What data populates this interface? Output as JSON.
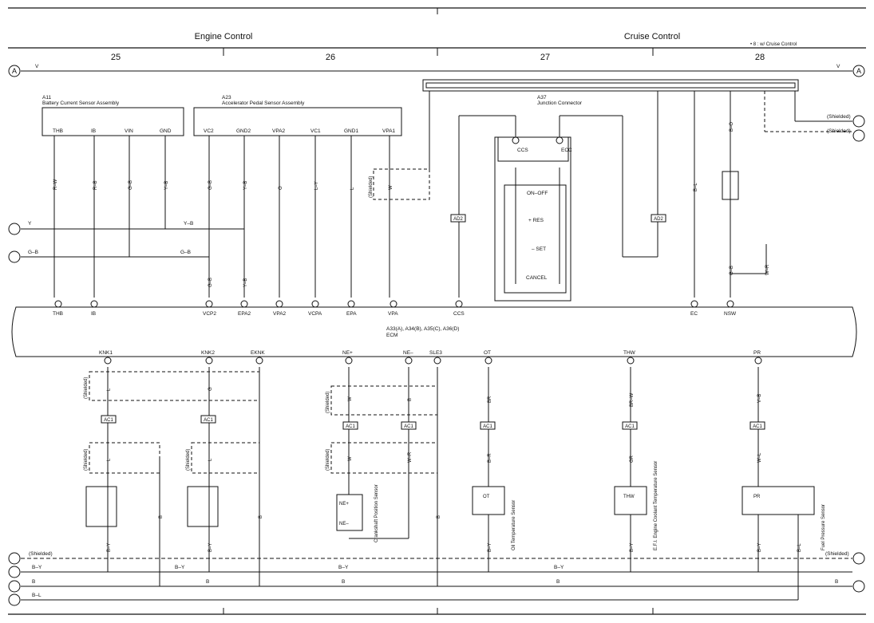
{
  "header": {
    "left_title": "Engine Control",
    "right_title": "Cruise Control",
    "note": "• 8 : w/ Cruise Control",
    "columns": [
      "25",
      "26",
      "27",
      "28"
    ]
  },
  "rails": {
    "top_letter": "A",
    "top_wire": "V"
  },
  "labels": {
    "A11_code": "A11",
    "A11_name": "Battery Current Sensor Assembly",
    "A11_pins": [
      "THB",
      "IB",
      "VIN",
      "GND"
    ],
    "A23_code": "A23",
    "A23_name": "Accelerator Pedal Sensor Assembly",
    "A23_pins": [
      "VC2",
      "GND2",
      "VPA2",
      "VC1",
      "GND1",
      "VPA1"
    ],
    "A37_code": "A37",
    "A37_name": "Junction Connector",
    "ccs": "CCS",
    "ecc": "ECC",
    "on_off": "ON–OFF",
    "res": "+ RES",
    "set": "– SET",
    "cancel": "CANCEL",
    "ad2": "AD2",
    "ac1": "AC1",
    "shielded": "(Shielded)",
    "ecm_title": "A33(A), A34(B), A35(C), A36(D)",
    "ecm": "ECM",
    "ecm_top": [
      "THB",
      "IB",
      "VCP2",
      "EPA2",
      "VPA2",
      "VCPA",
      "EPA",
      "VPA",
      "CCS",
      "EC",
      "NSW"
    ],
    "ecm_bottom": [
      "KNK1",
      "KNK2",
      "EKNK",
      "NE+",
      "NE–",
      "SLE3",
      "OT",
      "THW",
      "PR"
    ],
    "wires": {
      "w_rw": "R–W",
      "w_rb": "R–B",
      "w_gb": "G–B",
      "w_yb": "Y–B",
      "w_o": "O",
      "w_ly": "L–Y",
      "w_l": "L",
      "w_w": "W",
      "w_bo": "B–O",
      "w_bl": "B–L",
      "w_br": "BR",
      "w_brw": "BR–W",
      "w_vb": "V–B",
      "w_by": "B–Y",
      "w_b": "B",
      "w_y": "Y",
      "w_g": "G",
      "w_wr": "W–R",
      "w_gr": "GR",
      "w_wl": "W–L",
      "w_br2": "B–R"
    },
    "c13_name": "Crankshaft Position Sensor",
    "c21_name": "Oil Temperature Sensor",
    "c35_name": "E.F.I. Engine Coolant Temperature Sensor",
    "c10_name": "Fuel Pressure Sensor"
  }
}
